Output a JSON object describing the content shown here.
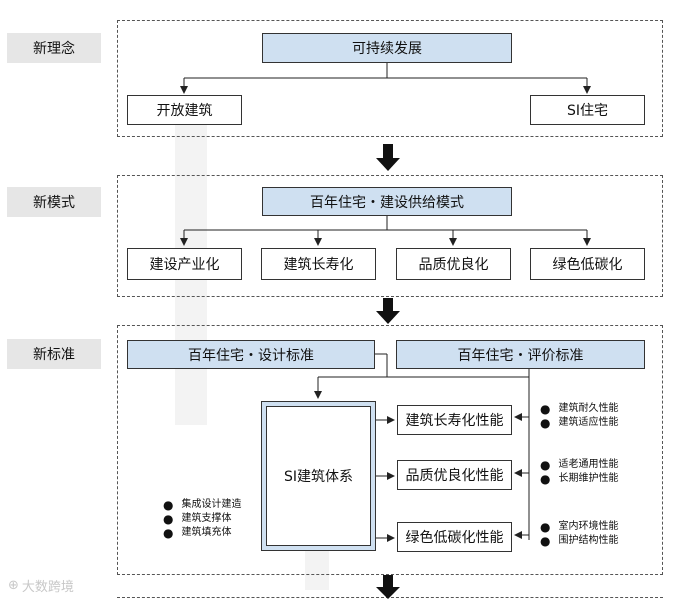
{
  "labels": {
    "concept": "新理念",
    "mode": "新模式",
    "standard": "新标准"
  },
  "concept": {
    "top": "可持续发展",
    "left": "开放建筑",
    "right": "SI住宅"
  },
  "mode": {
    "top": "百年住宅・建设供给模式",
    "items": [
      "建设产业化",
      "建筑长寿化",
      "品质优良化",
      "绿色低碳化"
    ]
  },
  "standard": {
    "design": "百年住宅・设计标准",
    "evaluation": "百年住宅・评价标准",
    "system": "SI建筑体系",
    "perf": [
      "建筑长寿化性能",
      "品质优良化性能",
      "绿色低碳化性能"
    ],
    "notes_right": [
      [
        "建筑耐久性能",
        "建筑适应性能"
      ],
      [
        "适老通用性能",
        "长期维护性能"
      ],
      [
        "室内环境性能",
        "围护结构性能"
      ]
    ],
    "notes_left": [
      "集成设计建造",
      "建筑支撑体",
      "建筑填充体"
    ],
    "bullet": "●"
  },
  "watermark": "大数跨境"
}
